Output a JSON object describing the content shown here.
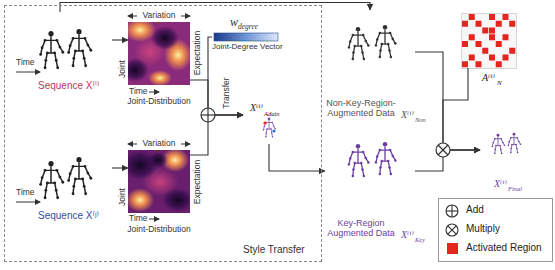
{
  "diagram": {
    "nodes": [
      {
        "text": [
          "Style Transfer"
        ]
      },
      {
        "text": [
          "Sequence X⁽ⁱ⁾"
        ],
        "in": 0
      },
      {
        "text": [
          "Joint-Distribution"
        ],
        "in": 0
      },
      {
        "text": [
          "w",
          "degree",
          "Joint-Degree Vector"
        ],
        "in": 0
      },
      {
        "text": [
          "X⁽ⁱ⁾",
          "Adain"
        ],
        "in": 0
      },
      {
        "text": [
          "Sequence X⁽ʲ⁾"
        ],
        "in": 0
      },
      {
        "text": [
          "Joint-Distribution"
        ],
        "in": 0
      },
      {
        "text": [
          "Non-Key-Region- Augmented Data",
          "X⁽ⁱ⁾",
          "Non"
        ]
      },
      {
        "text": [
          "A⁽ⁱ⁾",
          "N"
        ]
      },
      {
        "text": [
          "Key-Region Augmented Data",
          "X⁽ⁱ⁾",
          "Key"
        ]
      },
      {
        "text": [
          "X⁽ⁱ⁾",
          "Final"
        ]
      }
    ],
    "edges": [
      {
        "from": 1,
        "to": 2,
        "arrow": "to"
      },
      {
        "from": 5,
        "to": 6,
        "arrow": "to"
      },
      {
        "from": 2,
        "to": 4,
        "arrow": "to"
      },
      {
        "from": 6,
        "to": 4,
        "arrow": "to"
      },
      {
        "from": 3,
        "to": 4,
        "arrow": "to"
      },
      {
        "from": 1,
        "to": 7,
        "arrow": "to"
      },
      {
        "from": 4,
        "to": 9,
        "arrow": "to"
      },
      {
        "from": 7,
        "to": 10,
        "arrow": "to"
      },
      {
        "from": 9,
        "to": 10,
        "arrow": "to"
      },
      {
        "from": 8,
        "to": 10,
        "arrow": "to"
      }
    ],
    "labels": [
      "Time",
      "Variation",
      "Expectation",
      "Joint",
      "Time",
      "Transfer",
      "Time",
      "Variation",
      "Expectation",
      "Joint",
      "Time"
    ],
    "legend": [
      {
        "text": "Add"
      },
      {
        "text": "Multiply"
      },
      {
        "text": "Activated Region",
        "color": "#e5261f"
      }
    ]
  }
}
